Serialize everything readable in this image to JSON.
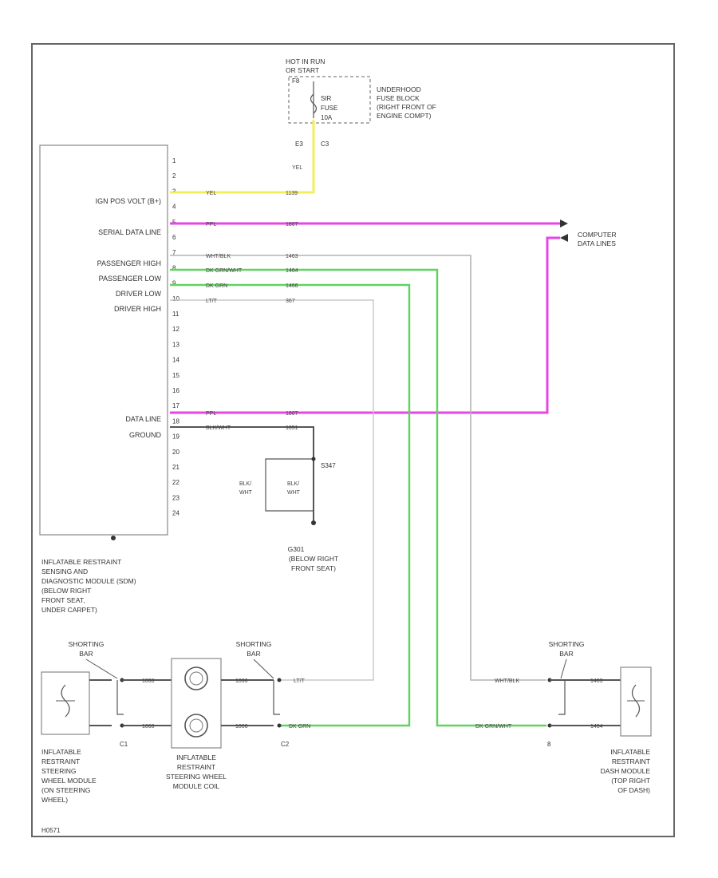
{
  "fuse_block": {
    "lines": [
      "HOT IN RUN",
      "OR START"
    ],
    "fuse_id": "F8",
    "fuse_lines": [
      "SIR",
      "FUSE",
      "10A"
    ],
    "location_lines": [
      "UNDERHOOD",
      "FUSE BLOCK",
      "(RIGHT FRONT OF",
      "ENGINE COMPT)"
    ],
    "connector_labels": [
      "E3",
      "C3"
    ],
    "wire_color": "YEL"
  },
  "module_pins": [
    "1",
    "2",
    "3",
    "4",
    "5",
    "6",
    "7",
    "8",
    "9",
    "10",
    "11",
    "12",
    "13",
    "14",
    "15",
    "16",
    "17",
    "18",
    "19",
    "20",
    "21",
    "22",
    "23",
    "24"
  ],
  "module_labels": {
    "ign": "IGN POS VOLT (B+)",
    "serial": "SERIAL DATA LINE",
    "pass_high": "PASSENGER HIGH",
    "pass_low": "PASSENGER LOW",
    "driver_low": "DRIVER LOW",
    "driver_high": "DRIVER HIGH",
    "data_line": "DATA LINE",
    "ground": "GROUND"
  },
  "wires": {
    "ign": {
      "color": "YEL",
      "circuit": "1139"
    },
    "serial": {
      "color": "PPL",
      "circuit": "1807"
    },
    "pass_high": {
      "color": "WHT/BLK",
      "circuit": "1463"
    },
    "pass_low": {
      "color": "DK GRN/WHT",
      "circuit": "1464"
    },
    "driver_low": {
      "color": "DK GRN",
      "circuit": "1466"
    },
    "driver_high": {
      "color": "LT/T",
      "circuit": "367"
    },
    "data_line": {
      "color": "PPL",
      "circuit": "1807"
    },
    "ground": {
      "color": "BLK/WHT",
      "circuit": "1651"
    }
  },
  "computer_data_lines": [
    "COMPUTER",
    "DATA LINES"
  ],
  "ground_detail": {
    "left_lines": [
      "BLK/",
      "WHT"
    ],
    "inner_lines": [
      "BLK/",
      "WHT"
    ],
    "splice": "S347",
    "ground_lines": [
      "G301",
      "(BELOW RIGHT",
      "FRONT SEAT)"
    ]
  },
  "module_desc": [
    "INFLATABLE RESTRAINT",
    "SENSING AND",
    "DIAGNOSTIC MODULE (SDM)",
    "(BELOW RIGHT",
    "FRONT SEAT,",
    "UNDER CARPET)"
  ],
  "shorting_bar_lines": [
    "SHORTING",
    "BAR"
  ],
  "bottom_wires": {
    "c1_top": "1066",
    "c1_bot": "1066",
    "c2_top": "1066",
    "c2_bot": "1066",
    "c2_top_color": "LT/T",
    "c2_bot_color": "DK GRN",
    "right_top_color": "WHT/BLK",
    "right_bot_color": "DK GRN/WHT",
    "right_top_circuit": "1463",
    "right_bot_circuit": "1464"
  },
  "connectors": {
    "c1": "C1",
    "c2": "C2",
    "right": "8"
  },
  "wheel_module_desc": [
    "INFLATABLE",
    "RESTRAINT",
    "STEERING",
    "WHEEL MODULE",
    "(ON STEERING",
    "WHEEL)"
  ],
  "coil_desc": [
    "INFLATABLE",
    "RESTRAINT",
    "STEERING WHEEL",
    "MODULE COIL"
  ],
  "dash_module_desc": [
    "INFLATABLE",
    "RESTRAINT",
    "DASH MODULE",
    "(TOP RIGHT",
    "OF DASH)"
  ],
  "figure_id": "H0571",
  "colors": {
    "yellow": "#f2ee5c",
    "magenta": "#e646e6",
    "green": "#5fd35f",
    "gray": "#b4b4b4",
    "dark": "#555555",
    "border": "#666666"
  }
}
